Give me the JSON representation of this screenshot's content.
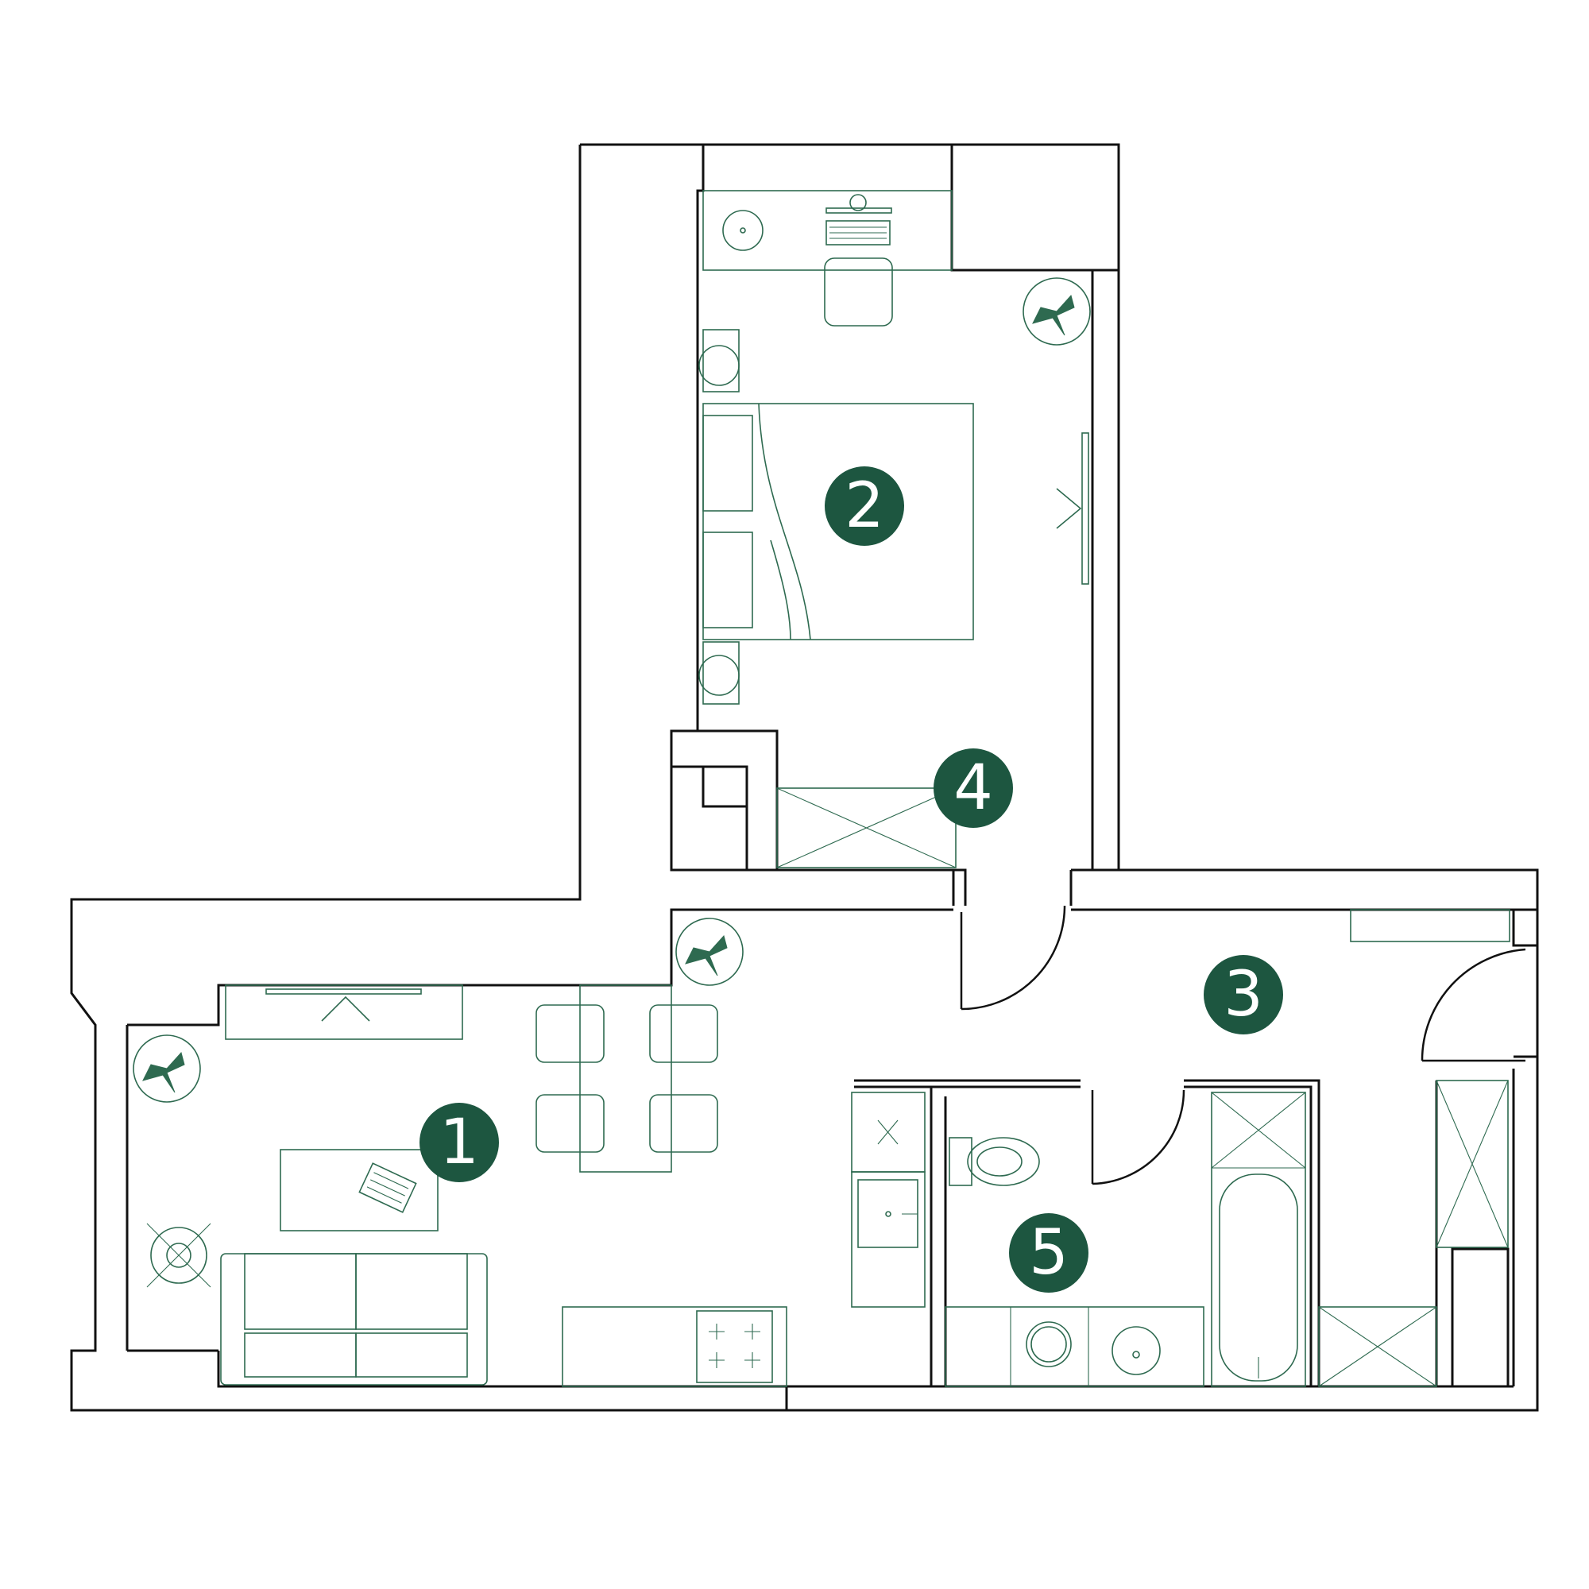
{
  "plan": {
    "accent_color": "#1d5640",
    "line_color": "#2e6a50",
    "wall_color": "#111111"
  },
  "rooms": [
    {
      "number": "1"
    },
    {
      "number": "2"
    },
    {
      "number": "3"
    },
    {
      "number": "4"
    },
    {
      "number": "5"
    }
  ]
}
